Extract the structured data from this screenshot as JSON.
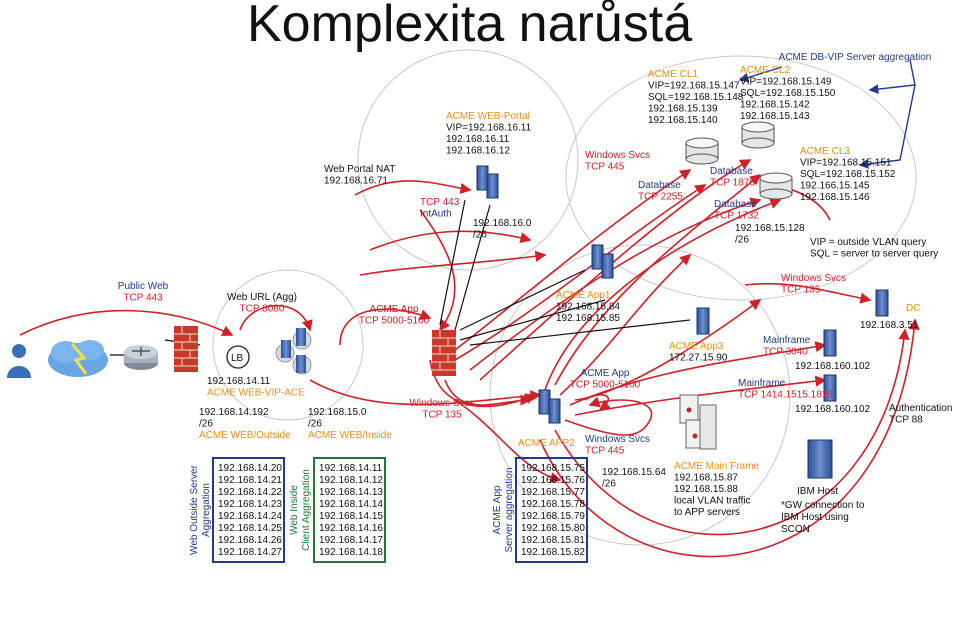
{
  "title": "Komplexita narůstá",
  "colors": {
    "red": "#d0202a",
    "orange": "#e8901a",
    "navy": "#233a8a",
    "green": "#1f7a3a",
    "server": "#3a5fa8"
  },
  "labels": {
    "public_web": [
      "Public Web",
      "TCP 443"
    ],
    "web_url": [
      "Web URL (Agg)",
      "TCP 8080"
    ],
    "lb": "LB",
    "vip_ace": [
      "192.168.14.11",
      "ACME WEB-VIP-ACE"
    ],
    "web_outside": [
      "192.168.14.192",
      "/26",
      "ACME WEB/Outside"
    ],
    "web_inside": [
      "192.168.15.0",
      "/26",
      "ACME WEB/Inside"
    ],
    "web_portal_nat": [
      "Web Portal NAT",
      "192.168.16.71"
    ],
    "tcp443_intauth": [
      "TCP 443",
      "IntAuth"
    ],
    "web_portal": [
      "ACME WEB-Portal",
      "VIP=192.168.16.11",
      "192.168.16.11",
      "192.168.16.12"
    ],
    "portal_net": [
      "192.168.16.0",
      "/26"
    ],
    "acme_app_top": [
      "ACME App",
      "TCP 5000-5100"
    ],
    "win_svcs_135_left": [
      "Windows Svcs",
      "TCP 135"
    ],
    "win_svcs_445_top": [
      "Windows Svcs",
      "TCP 445"
    ],
    "app1": [
      "ACME App1",
      "192.168.15.84",
      "192.168.15.85"
    ],
    "app3": [
      "ACME App3",
      "172.27.15.90"
    ],
    "acme_app_mid": [
      "ACME App",
      "TCP 5000-5100"
    ],
    "app2": "ACME APP2",
    "win_svcs_445_bot": [
      "Windows Svcs",
      "TCP 445"
    ],
    "app2_net": [
      "192.168.15.64",
      "/26"
    ],
    "cl1": [
      "ACME CL1",
      "VIP=192.168.15.147",
      "SQL=192.168.15.148",
      "192.168.15.139",
      "192.168.15.140"
    ],
    "cl2": [
      "ACME CL2",
      "VIP=192.168.15.149",
      "SQL=192.168.15.150",
      "192.168.15.142",
      "192.168.15.143"
    ],
    "cl3": [
      "ACME CL3",
      "VIP=192.168.15.151",
      "SQL=192.168.15.152",
      "192.166.15.145",
      "192.168.15.146"
    ],
    "db_vip": "ACME DB-VIP Server aggregation",
    "db_2255": [
      "Database",
      "TCP 2255"
    ],
    "db_1876": [
      "Database",
      "TCP 1876"
    ],
    "db_1732": [
      "Database",
      "TCP 1732"
    ],
    "cl_net": [
      "192.168.15.128",
      "/26"
    ],
    "vip_note": [
      "VIP = outside VLAN query",
      "SQL = server to server query"
    ],
    "win_svcs_135_right": [
      "Windows Svcs",
      "TCP 135"
    ],
    "dc": [
      "DC",
      "192.168.3.51"
    ],
    "mainframe_3040": [
      "Mainframe",
      "TCP 3040"
    ],
    "mf_ip1": "192.168.160.102",
    "mainframe_1414": [
      "Mainframe",
      "TCP 1414.1515.1815"
    ],
    "mf_ip2": "192.168.160.102",
    "auth": [
      "Authentication",
      "TCP 88"
    ],
    "main_frame": [
      "ACME Main Frame",
      "192.168.15.87",
      "192.168.15.88",
      "local VLAN traffic",
      "to APP servers"
    ],
    "ibm": [
      "IBM Host",
      "*GW connection to",
      "IBM Host using",
      "SCON"
    ]
  },
  "boxes": {
    "outside": {
      "label": [
        "Web Outside Server",
        "Aggregation"
      ],
      "ips": [
        "192.168.14.20",
        "192.168.14.21",
        "192.168.14.22",
        "192.168.14.23",
        "192.168.14.24",
        "192.168.14.25",
        "192.168.14.26",
        "192.168.14.27"
      ]
    },
    "inside": {
      "label": [
        "Web Inside",
        "Client Aggregation"
      ],
      "ips": [
        "192.168.14.11",
        "192.168.14.12",
        "192.168.14.13",
        "192.168.14.14",
        "192.168.14.15",
        "192.168.14.16",
        "192.168.14.17",
        "192.168.14.18"
      ]
    },
    "app": {
      "label": [
        "ACME App",
        "Server aggregation"
      ],
      "ips": [
        "192.168.15.75",
        "192.168.15.76",
        "192.168.15.77",
        "192.168.15.78",
        "192.168.15.79",
        "192.168.15.80",
        "192.168.15.81",
        "192.168.15.82"
      ]
    }
  }
}
